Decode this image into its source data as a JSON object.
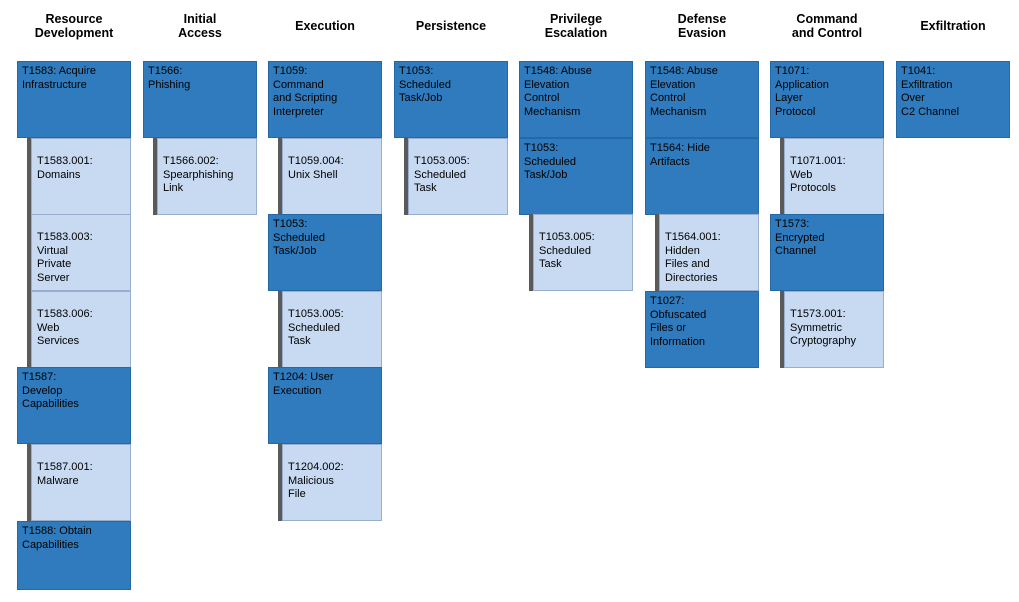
{
  "tactics": [
    {
      "name": "Resource\nDevelopment",
      "techniques": [
        {
          "id": "T1583",
          "label": "T1583: Acquire\nInfrastructure",
          "subs": [
            {
              "id": "T1583.001",
              "label": "T1583.001:\nDomains"
            },
            {
              "id": "T1583.003",
              "label": "T1583.003:\nVirtual\nPrivate\nServer"
            },
            {
              "id": "T1583.006",
              "label": "T1583.006:\nWeb\nServices"
            }
          ]
        },
        {
          "id": "T1587",
          "label": "T1587:\nDevelop\nCapabilities",
          "subs": [
            {
              "id": "T1587.001",
              "label": "T1587.001:\nMalware"
            }
          ]
        },
        {
          "id": "T1588",
          "label": "T1588: Obtain\nCapabilities",
          "subs": []
        }
      ]
    },
    {
      "name": "Initial\nAccess",
      "techniques": [
        {
          "id": "T1566",
          "label": "T1566:\nPhishing",
          "subs": [
            {
              "id": "T1566.002",
              "label": "T1566.002:\nSpearphishing\nLink"
            }
          ]
        }
      ]
    },
    {
      "name": "Execution",
      "techniques": [
        {
          "id": "T1059",
          "label": "T1059:\nCommand\nand Scripting\nInterpreter",
          "subs": [
            {
              "id": "T1059.004",
              "label": "T1059.004:\nUnix Shell"
            }
          ]
        },
        {
          "id": "T1053",
          "label": "T1053:\nScheduled\nTask/Job",
          "subs": [
            {
              "id": "T1053.005",
              "label": "T1053.005:\nScheduled\nTask"
            }
          ]
        },
        {
          "id": "T1204",
          "label": "T1204: User\nExecution",
          "subs": [
            {
              "id": "T1204.002",
              "label": "T1204.002:\nMalicious\nFile"
            }
          ]
        }
      ]
    },
    {
      "name": "Persistence",
      "techniques": [
        {
          "id": "T1053",
          "label": "T1053:\nScheduled\nTask/Job",
          "subs": [
            {
              "id": "T1053.005",
              "label": "T1053.005:\nScheduled\nTask"
            }
          ]
        }
      ]
    },
    {
      "name": "Privilege\nEscalation",
      "techniques": [
        {
          "id": "T1548",
          "label": "T1548: Abuse\nElevation\nControl\nMechanism",
          "subs": []
        },
        {
          "id": "T1053",
          "label": "T1053:\nScheduled\nTask/Job",
          "subs": [
            {
              "id": "T1053.005",
              "label": "T1053.005:\nScheduled\nTask"
            }
          ]
        }
      ]
    },
    {
      "name": "Defense\nEvasion",
      "techniques": [
        {
          "id": "T1548",
          "label": "T1548: Abuse\nElevation\nControl\nMechanism",
          "subs": []
        },
        {
          "id": "T1564",
          "label": "T1564: Hide\nArtifacts",
          "subs": [
            {
              "id": "T1564.001",
              "label": "T1564.001:\nHidden\nFiles and\nDirectories"
            }
          ]
        },
        {
          "id": "T1027",
          "label": "T1027:\nObfuscated\nFiles or\nInformation",
          "subs": []
        }
      ]
    },
    {
      "name": "Command\nand Control",
      "techniques": [
        {
          "id": "T1071",
          "label": "T1071:\nApplication\nLayer\nProtocol",
          "subs": [
            {
              "id": "T1071.001",
              "label": "T1071.001:\nWeb\nProtocols"
            }
          ]
        },
        {
          "id": "T1573",
          "label": "T1573:\nEncrypted\nChannel",
          "subs": [
            {
              "id": "T1573.001",
              "label": "T1573.001:\nSymmetric\nCryptography"
            }
          ]
        }
      ]
    },
    {
      "name": "Exfiltration",
      "techniques": [
        {
          "id": "T1041",
          "label": "T1041:\nExfiltration\nOver\nC2 Channel",
          "subs": []
        }
      ]
    }
  ],
  "colors": {
    "technique": "#2f7bbd",
    "subtechnique": "#c7daf1",
    "rail": "#5a5a5a"
  }
}
